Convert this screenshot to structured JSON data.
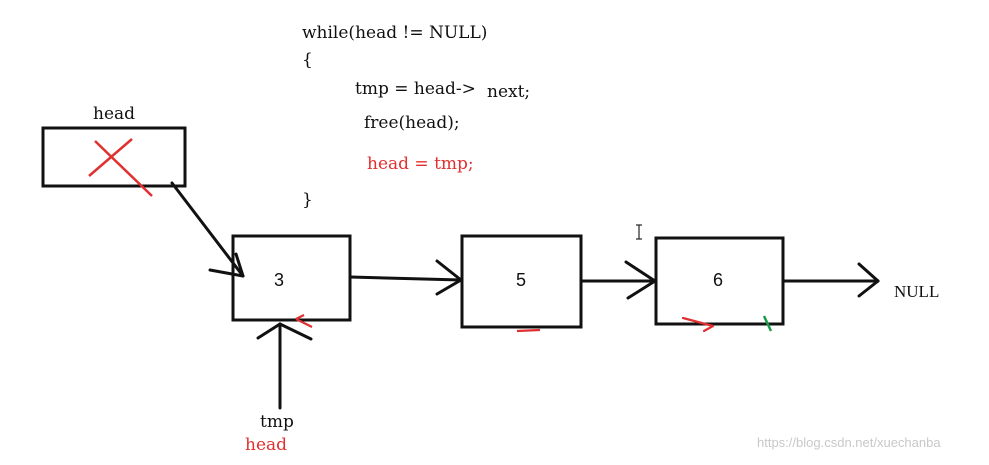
{
  "code": {
    "line1": "while(head != NULL)",
    "open_brace": "{",
    "line2_a": "tmp = head->",
    "line2_b": "next;",
    "line3": "free(head);",
    "line4": "head = tmp;",
    "close_brace": "}"
  },
  "labels": {
    "head_top": "head",
    "tmp": "tmp",
    "head_bottom": "head"
  },
  "nodes": [
    {
      "value": "3"
    },
    {
      "value": "5"
    },
    {
      "value": "6"
    }
  ],
  "null_label": "NULL",
  "watermark": "https://blog.csdn.net/xuechanba",
  "colors": {
    "line": "#111111",
    "highlight": "#e03030",
    "green_mark": "#1a9a4a"
  }
}
